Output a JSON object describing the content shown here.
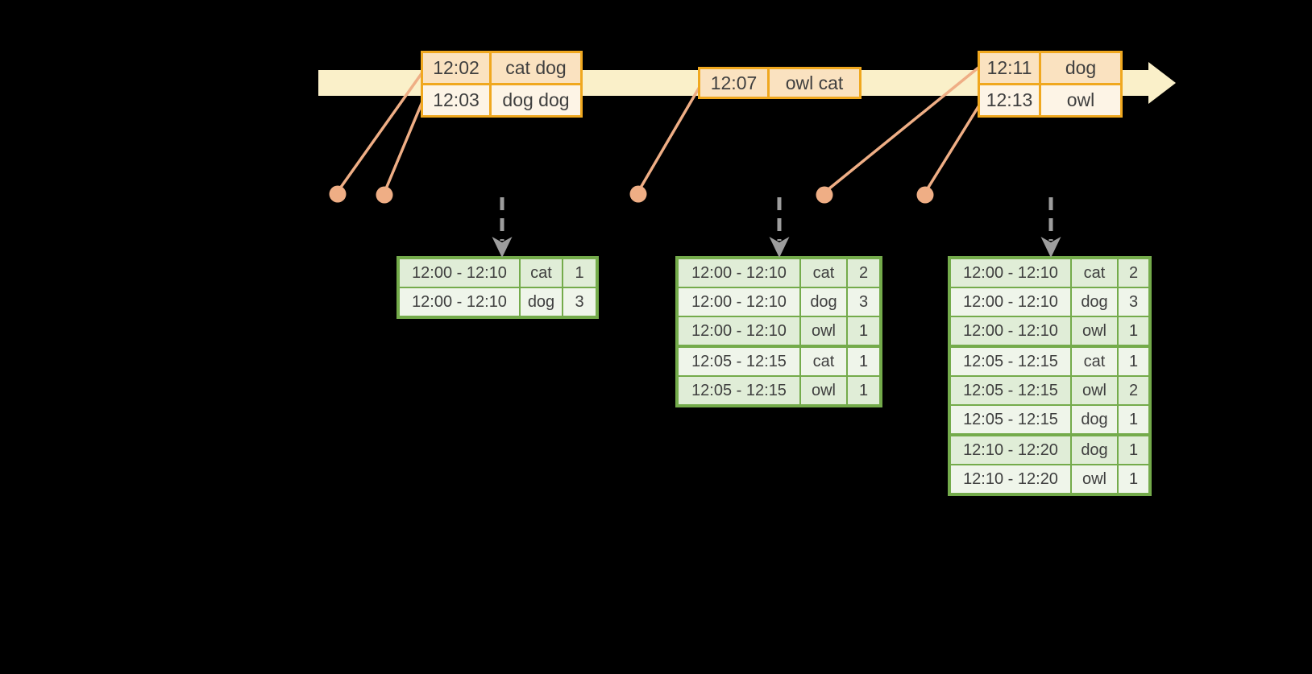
{
  "colors": {
    "background": "#000000",
    "timeline_fill": "#FAF0C9",
    "event_border": "#F0A81F",
    "event_fill_dark": "#FAE2C0",
    "event_fill_light": "#FDF4E6",
    "connector": "#EFAE85",
    "arrow_gray": "#9D9D9D",
    "result_border": "#74AB4B",
    "result_fill_dark": "#E0EDD7",
    "result_fill_light": "#EFF5EA",
    "text": "#3F3F3F"
  },
  "icons": {
    "timeline_arrow": "right-arrow",
    "event_dot": "filled-circle",
    "trigger_arrow": "dashed-down-arrow"
  },
  "event_tables": [
    {
      "groups": [
        [
          [
            "12:02",
            "cat dog"
          ],
          [
            "12:03",
            "dog dog"
          ]
        ]
      ]
    },
    {
      "groups": [
        [
          [
            "12:07",
            "owl cat"
          ]
        ]
      ]
    },
    {
      "groups": [
        [
          [
            "12:11",
            "dog"
          ],
          [
            "12:13",
            "owl"
          ]
        ]
      ]
    }
  ],
  "result_tables": [
    {
      "groups": [
        [
          [
            "12:00 - 12:10",
            "cat",
            "1"
          ],
          [
            "12:00 - 12:10",
            "dog",
            "3"
          ]
        ]
      ]
    },
    {
      "groups": [
        [
          [
            "12:00 - 12:10",
            "cat",
            "2"
          ],
          [
            "12:00 - 12:10",
            "dog",
            "3"
          ],
          [
            "12:00 - 12:10",
            "owl",
            "1"
          ]
        ],
        [
          [
            "12:05 - 12:15",
            "cat",
            "1"
          ],
          [
            "12:05 - 12:15",
            "owl",
            "1"
          ]
        ]
      ]
    },
    {
      "groups": [
        [
          [
            "12:00 - 12:10",
            "cat",
            "2"
          ],
          [
            "12:00 - 12:10",
            "dog",
            "3"
          ],
          [
            "12:00 - 12:10",
            "owl",
            "1"
          ]
        ],
        [
          [
            "12:05 - 12:15",
            "cat",
            "1"
          ],
          [
            "12:05 - 12:15",
            "owl",
            "2"
          ],
          [
            "12:05 - 12:15",
            "dog",
            "1"
          ]
        ],
        [
          [
            "12:10 - 12:20",
            "dog",
            "1"
          ],
          [
            "12:10 - 12:20",
            "owl",
            "1"
          ]
        ]
      ]
    }
  ]
}
